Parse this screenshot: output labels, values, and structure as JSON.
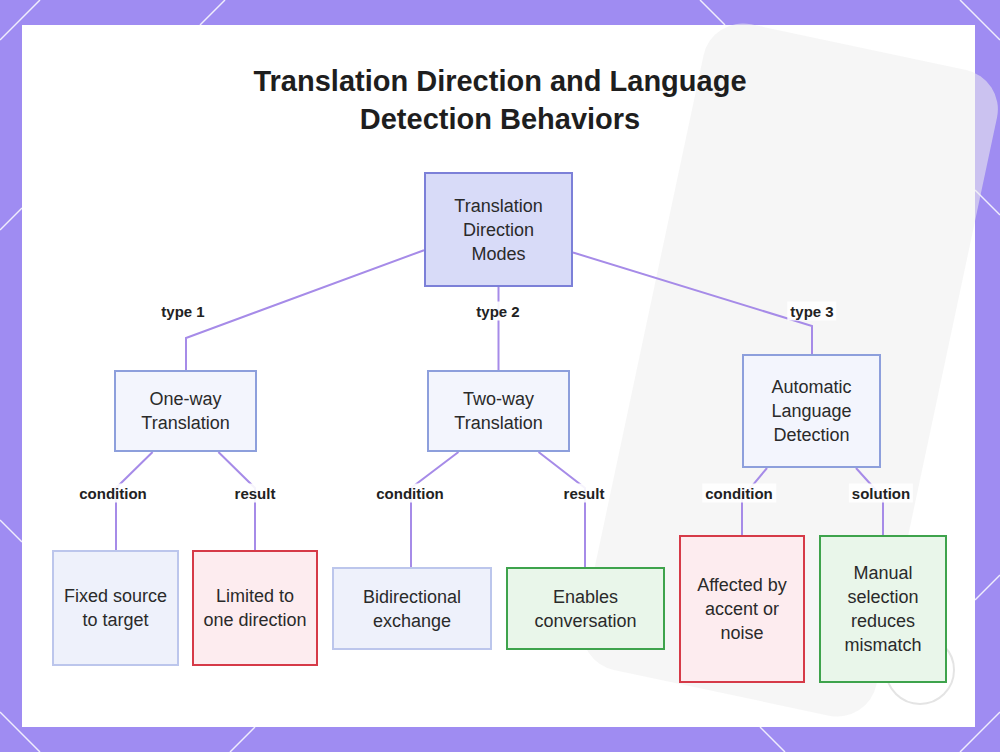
{
  "diagram": {
    "title": "Translation Direction and Language Detection Behaviors",
    "nodes": [
      {
        "text": [
          "Translation Direction Modes"
        ]
      },
      {
        "text": [
          "One-way Translation"
        ]
      },
      {
        "text": [
          "Two-way Translation"
        ]
      },
      {
        "text": [
          "Automatic Language Detection"
        ]
      },
      {
        "text": [
          "Fixed source to target"
        ]
      },
      {
        "text": [
          "Limited to one direction"
        ]
      },
      {
        "text": [
          "Bidirectional exchange"
        ]
      },
      {
        "text": [
          "Enables conversation"
        ]
      },
      {
        "text": [
          "Affected by accent or noise"
        ]
      },
      {
        "text": [
          "Manual selection reduces mismatch"
        ]
      }
    ],
    "edges": [
      {
        "from": 0,
        "to": 1,
        "label": "type 1",
        "arrow": "none"
      },
      {
        "from": 0,
        "to": 2,
        "label": "type 2",
        "arrow": "none"
      },
      {
        "from": 0,
        "to": 3,
        "label": "type 3",
        "arrow": "none"
      },
      {
        "from": 1,
        "to": 4,
        "label": "condition",
        "arrow": "none"
      },
      {
        "from": 1,
        "to": 5,
        "label": "result",
        "arrow": "none"
      },
      {
        "from": 2,
        "to": 6,
        "label": "condition",
        "arrow": "none"
      },
      {
        "from": 2,
        "to": 7,
        "label": "result",
        "arrow": "none"
      },
      {
        "from": 3,
        "to": 8,
        "label": "condition",
        "arrow": "none"
      },
      {
        "from": 3,
        "to": 9,
        "label": "solution",
        "arrow": "none"
      }
    ]
  }
}
